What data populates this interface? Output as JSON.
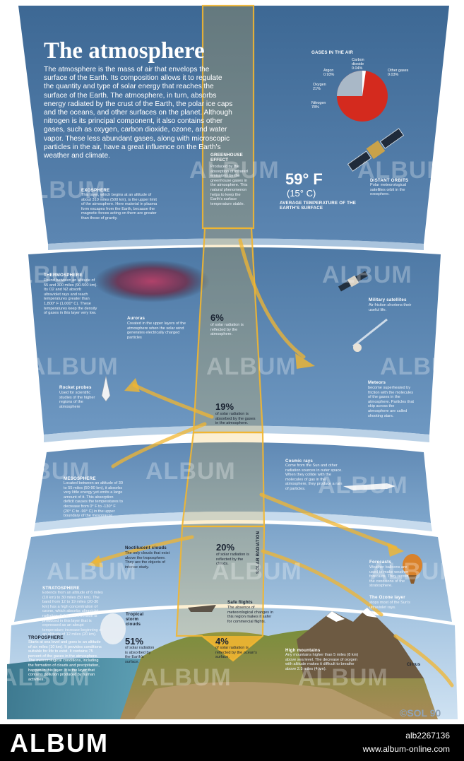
{
  "title": "The atmosphere",
  "intro": "The atmosphere is the mass of air that envelops the surface of the Earth. Its composition allows it to regulate the quantity and type of solar energy that reaches the surface of the Earth. The atmosphere, in turn, absorbs energy radiated by the crust of the Earth, the polar ice caps and the oceans, and other surfaces on the planet. Although nitrogen is its principal component, it also contains other gases, such as oxygen, carbon dioxide, ozone, and water vapor. These less abundant gases, along with microscopic particles in the air, have a great influence on the Earth's weather and climate.",
  "gases": {
    "heading": "GASES IN THE AIR",
    "labels": [
      {
        "name": "Argon",
        "value": "0.93%"
      },
      {
        "name": "Carbon dioxide",
        "value": "0.04%"
      },
      {
        "name": "Other gases",
        "value": "0.03%"
      },
      {
        "name": "Oxygen",
        "value": "21%"
      },
      {
        "name": "Nitrogen",
        "value": "78%"
      }
    ]
  },
  "temperature": {
    "big": "59° F",
    "sub": "(15° C)",
    "caption": "AVERAGE TEMPERATURE OF THE EARTH'S SURFACE"
  },
  "greenhouse": {
    "heading": "GREENHOUSE EFFECT",
    "text": "Produced by the absorption of infrared emissions by the greenhouse gases in the atmosphere. This natural phenomenon helps to keep the Earth's surface temperature stable."
  },
  "exosphere": {
    "heading": "EXOSPHERE",
    "text": "This layer, which begins at an altitude of about 310 miles (500 km), is the upper limit of the atmosphere. Here material in plasma form escapes from the Earth, because the magnetic forces acting on them are greater than those of gravity."
  },
  "orbits": {
    "heading": "DISTANT ORBITS",
    "text": "Polar meteorological satellites orbit in the exosphere."
  },
  "thermosphere": {
    "heading": "THERMOSPHERE",
    "text": "Found between an altitude of 55 and 300 miles (90-500 km). Its O2 and N2 absorb ultraviolet rays and reach temperatures greater than 1,800° F (1,000° C). These temperatures keep the density of gases in this layer very low."
  },
  "auroras": {
    "heading": "Auroras",
    "text": "Created in the upper layers of the atmosphere when the solar wind generates electrically charged particles"
  },
  "p6": {
    "value": "6%",
    "text": "of solar radiation is reflected by the atmosphere."
  },
  "military": {
    "heading": "Military satellites",
    "text": "Air friction shortens their useful life."
  },
  "meteors": {
    "heading": "Meteors",
    "text": "become superheated by friction with the molecules of the gases in the atmosphere. Particles that skip across the atmosphere are called shooting stars."
  },
  "rocket": {
    "heading": "Rocket probes",
    "text": "Used for scientific studies of the higher regions of the atmosphere"
  },
  "p19": {
    "value": "19%",
    "text": "of solar radiation is absorbed by the gases in the atmosphere."
  },
  "cosmic": {
    "heading": "Cosmic rays",
    "text": "Come from the Sun and other radiation sources in outer space. When they collide with the molecules of gas in the atmosphere, they produce a rain of particles."
  },
  "mesosphere": {
    "heading": "MESOSPHERE",
    "text": "Located between an altitude of 30 to 55 miles (50-90 km), it absorbs very little energy yet emits a large amount of it. This absorption deficit causes the temperatures to decrease from 0° F to -130° F (20° C to -90° C) in the upper boundary of the mesopause."
  },
  "noctilucent": {
    "heading": "Noctilucent clouds",
    "text": "The only clouds that exist above the troposphere. They are the objects of intense study."
  },
  "p20": {
    "value": "20%",
    "text": "of solar radiation is reflected by the clouds."
  },
  "solar_label": "SOLAR RADIATION",
  "forecasts": {
    "heading": "Forecasts",
    "text": "Weather balloons are used to make weather forecasts. They record the conditions of the stratosphere."
  },
  "stratosphere": {
    "heading": "STRATOSPHERE",
    "text": "Extends from an altitude of 6 miles (10 km) to 30 miles (50 km). The band from 12 to 19 miles (20-30 km) has a high concentration of ozone, which absorbs ultraviolet radiation. A thermal inversion is produced in this layer that is expressed as an abrupt temperature increase beginning at an altitude of 12 miles (20 km)."
  },
  "safe": {
    "heading": "Safe flights",
    "text": "The absence of meteorological changes in this region makes it safer for commercial flights."
  },
  "ozone": {
    "heading": "The Ozone layer",
    "text": "stops most of the Sun's ultraviolet rays."
  },
  "tropical": {
    "heading": "Tropical storm clouds"
  },
  "p51": {
    "value": "51%",
    "text": "of solar radiation is absorbed by the Earth's surface."
  },
  "p4": {
    "value": "4%",
    "text": "of solar radiation is reflected by the ocean's surface."
  },
  "troposphere": {
    "heading": "TROPOSPHERE",
    "text": "Starts at sea level and goes to an altitude of six miles (10 km). It provides conditions suitable for life to exist. It contains 75 percent of the gases in the atmosphere. The meteorological conditions, including the formation of clouds and precipitation, happen in this layer. It is the layer that contains pollution produced by human activities."
  },
  "mountains": {
    "heading": "High mountains",
    "text": "Any mountains higher than 5 miles (8 km) above sea level. The decrease of oxygen with altitude makes it difficult to breathe above 2.5 miles (4 km)."
  },
  "cirrus": "Cirrus",
  "credit": "©SOL 90",
  "watermark": "ALBUM",
  "footer": {
    "logo": "ALBUM",
    "id": "alb2267136",
    "url": "www.album-online.com"
  },
  "colors": {
    "sky_dark": "#2e5a87",
    "sky_light": "#86acd0",
    "arrow": "#f2b630",
    "footer_bg": "#000000",
    "pie_red": "#d42a1e"
  }
}
